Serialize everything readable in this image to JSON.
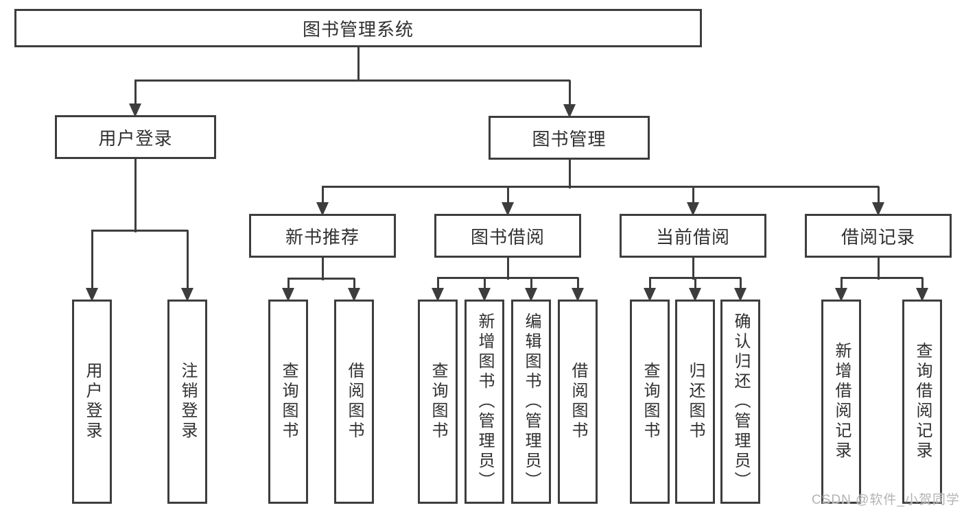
{
  "title": "图书管理系统",
  "watermark": {
    "text": "CSDN @软件_小贺同学"
  },
  "colors": {
    "line": "#3d3d3d",
    "text": "#303030",
    "watermark": "#b3b3b3",
    "background": "#ffffff"
  },
  "nodes": {
    "root": {
      "label": "图书管理系统"
    },
    "login": {
      "label": "用户登录"
    },
    "manage": {
      "label": "图书管理"
    },
    "login_user": {
      "label": "用户登录"
    },
    "login_logout": {
      "label": "注销登录"
    },
    "recommend": {
      "label": "新书推荐"
    },
    "borrow": {
      "label": "图书借阅"
    },
    "current": {
      "label": "当前借阅"
    },
    "records": {
      "label": "借阅记录"
    },
    "recommend_query": {
      "label": "查询图书"
    },
    "recommend_borrow": {
      "label": "借阅图书"
    },
    "borrow_query": {
      "label": "查询图书"
    },
    "borrow_add": {
      "label": "新增图书（管理员）"
    },
    "borrow_edit": {
      "label": "编辑图书（管理员）"
    },
    "borrow_lend": {
      "label": "借阅图书"
    },
    "current_query": {
      "label": "查询图书"
    },
    "current_return": {
      "label": "归还图书"
    },
    "current_confirm": {
      "label": "确认归还（管理员）"
    },
    "records_add": {
      "label": "新增借阅记录"
    },
    "records_query": {
      "label": "查询借阅记录"
    }
  },
  "hierarchy": {
    "图书管理系统": {
      "用户登录": [
        "用户登录",
        "注销登录"
      ],
      "图书管理": {
        "新书推荐": [
          "查询图书",
          "借阅图书"
        ],
        "图书借阅": [
          "查询图书",
          "新增图书（管理员）",
          "编辑图书（管理员）",
          "借阅图书"
        ],
        "当前借阅": [
          "查询图书",
          "归还图书",
          "确认归还（管理员）"
        ],
        "借阅记录": [
          "新增借阅记录",
          "查询借阅记录"
        ]
      }
    }
  }
}
